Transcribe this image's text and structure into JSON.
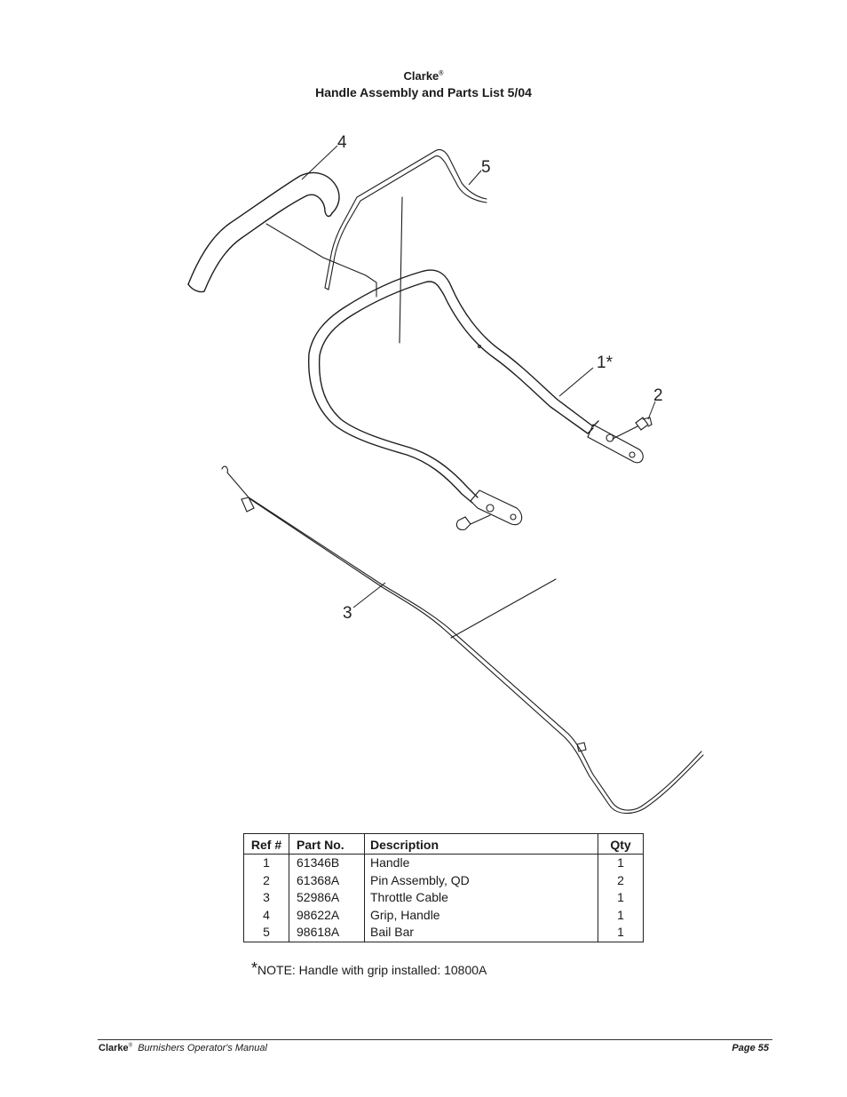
{
  "header": {
    "brand": "Clarke",
    "brand_mark": "®",
    "title": "Handle Assembly and Parts List  5/04"
  },
  "diagram": {
    "callouts": [
      "4",
      "5",
      "1*",
      "2",
      "3"
    ]
  },
  "parts_table": {
    "columns": [
      "Ref #",
      "Part No.",
      "Description",
      "Qty"
    ],
    "rows": [
      {
        "ref": "1",
        "part_no": "61346B",
        "description": "Handle",
        "qty": "1"
      },
      {
        "ref": "2",
        "part_no": "61368A",
        "description": "Pin Assembly, QD",
        "qty": "2"
      },
      {
        "ref": "3",
        "part_no": "52986A",
        "description": "Throttle Cable",
        "qty": "1"
      },
      {
        "ref": "4",
        "part_no": "98622A",
        "description": "Grip, Handle",
        "qty": "1"
      },
      {
        "ref": "5",
        "part_no": "98618A",
        "description": "Bail Bar",
        "qty": "1"
      }
    ]
  },
  "note": {
    "star": "*",
    "text": "NOTE:  Handle with grip installed: 10800A"
  },
  "footer": {
    "brand": "Clarke",
    "brand_mark": "®",
    "manual": "Burnishers  Operator's  Manual",
    "page_label": "Page  55"
  }
}
